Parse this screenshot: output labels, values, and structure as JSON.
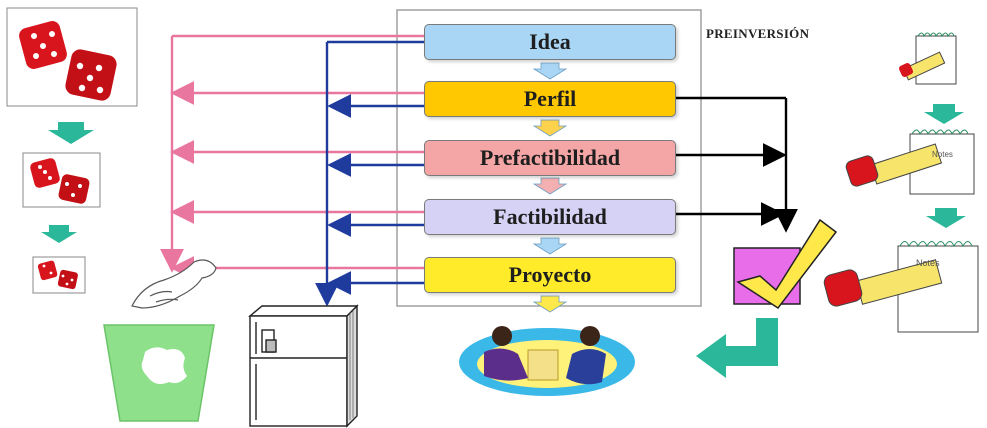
{
  "diagram": {
    "stage_label": "PREINVERSIÓN",
    "phases": [
      {
        "label": "Idea",
        "color": "#a9d6f4"
      },
      {
        "label": "Perfil",
        "color": "#ffc800"
      },
      {
        "label": "Prefactibilidad",
        "color": "#f4a5a5"
      },
      {
        "label": "Factibilidad",
        "color": "#d6d2f6"
      },
      {
        "label": "Proyecto",
        "color": "#ffeb2a"
      }
    ],
    "colors": {
      "discard_arrows": "#e9769e",
      "shelve_arrows": "#1f3b9e",
      "forward_arrows": "#000000",
      "down_arrows": "#a9d6f4",
      "teal_arrows": "#2bb89a",
      "bin": "#8ee08a",
      "checkmark": "#ffe84a",
      "check_box": "#e86de8",
      "dice": "#d8151d"
    },
    "notepad_label": "Notes"
  }
}
